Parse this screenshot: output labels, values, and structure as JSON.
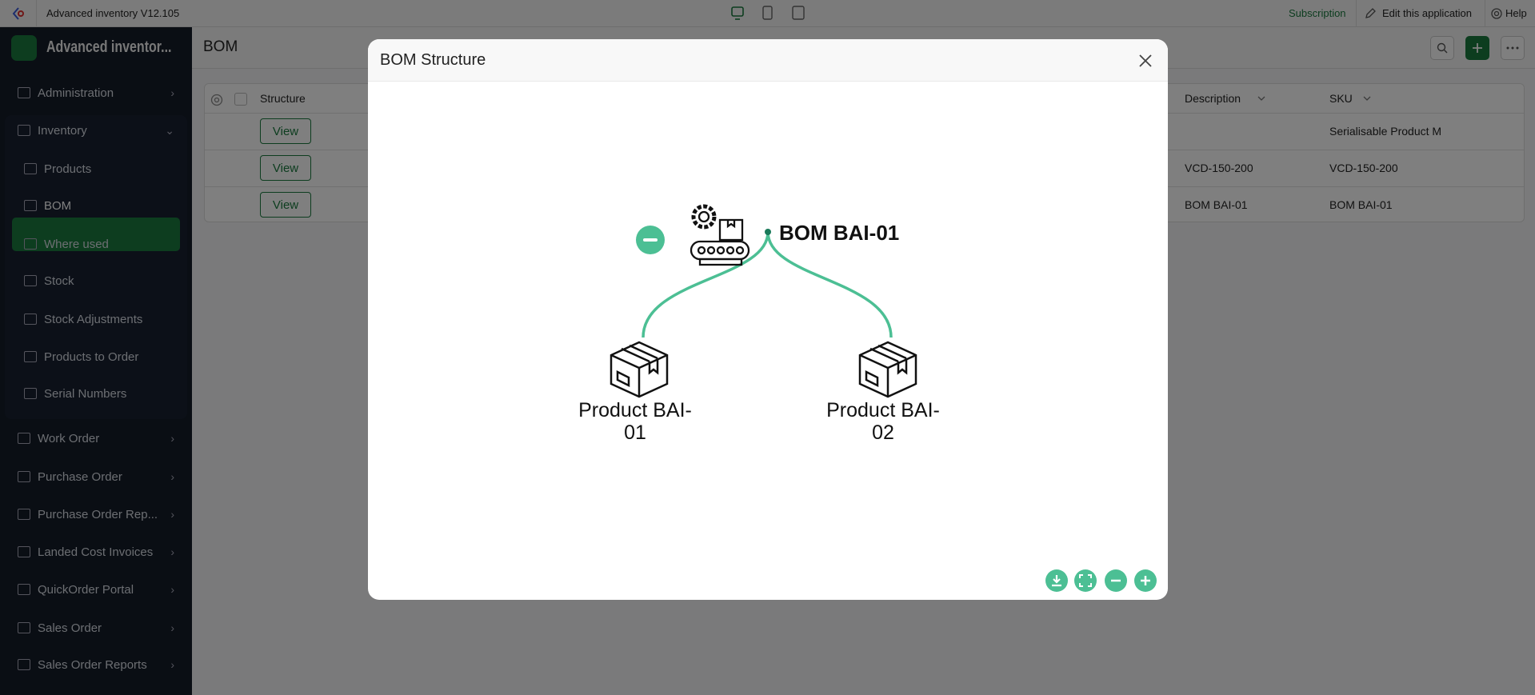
{
  "topbar": {
    "app_version": "Advanced inventory V12.105",
    "subscription": "Subscription",
    "edit_app": "Edit this application",
    "help": "Help"
  },
  "sidebar": {
    "app_name": "Advanced inventor...",
    "items": [
      {
        "label": "Administration"
      },
      {
        "label": "Inventory"
      },
      {
        "label": "Products"
      },
      {
        "label": "BOM"
      },
      {
        "label": "Where used"
      },
      {
        "label": "Stock"
      },
      {
        "label": "Stock Adjustments"
      },
      {
        "label": "Products to Order"
      },
      {
        "label": "Serial Numbers"
      },
      {
        "label": "Work Order"
      },
      {
        "label": "Purchase Order"
      },
      {
        "label": "Purchase Order Rep..."
      },
      {
        "label": "Landed Cost Invoices"
      },
      {
        "label": "QuickOrder Portal"
      },
      {
        "label": "Sales Order"
      },
      {
        "label": "Sales Order Reports"
      }
    ]
  },
  "main": {
    "title": "BOM",
    "table": {
      "columns": [
        "Structure",
        "Description",
        "SKU"
      ],
      "view_label": "View",
      "rows": [
        {
          "description": "",
          "sku": "Serialisable Product M"
        },
        {
          "description": "VCD-150-200",
          "sku": "VCD-150-200"
        },
        {
          "description": "BOM BAI-01",
          "sku": "BOM BAI-01"
        }
      ]
    }
  },
  "modal": {
    "title": "BOM Structure",
    "root": {
      "label": "BOM BAI-01"
    },
    "children": [
      {
        "line1": "Product BAI-",
        "line2": "01"
      },
      {
        "line1": "Product BAI-",
        "line2": "02"
      }
    ]
  },
  "colors": {
    "accent": "#4cbf94",
    "brand": "#1a7a3e"
  }
}
